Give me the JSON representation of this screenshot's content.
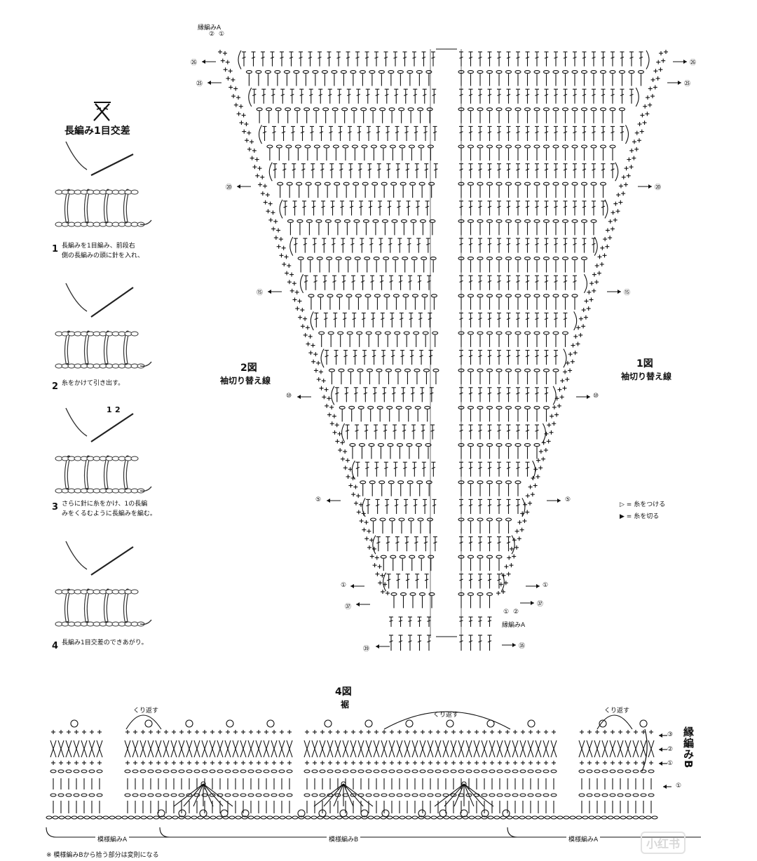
{
  "stitch_key": {
    "symbol_name": "crossed-double-crochet-symbol",
    "title": "長編み1目交差",
    "steps": [
      {
        "num": "1",
        "text_line1": "長編みを1目編み、前段右",
        "text_line2": "側の長編みの頭に針を入れ、"
      },
      {
        "num": "2",
        "text_line1": "糸をかけて引き出す。",
        "text_line2": ""
      },
      {
        "num": "3",
        "text_line1": "さらに針に糸をかけ、1の長編",
        "text_line2": "みをくるむように長編みを編む。"
      },
      {
        "num": "4",
        "text_line1": "長編み1目交差のできあがり。",
        "text_line2": ""
      }
    ],
    "step3_marks": [
      "1",
      "2"
    ]
  },
  "chart_top": {
    "edge_a_top": "縁編みA",
    "edge_a_bottom": "縁編みA",
    "top_circle_marks": [
      "②",
      "①"
    ],
    "bottom_circle_marks": [
      "①",
      "②"
    ],
    "fig2_title": "2図",
    "fig2_sub": "袖切り替え線",
    "fig1_title": "1図",
    "fig1_sub": "袖切り替え線",
    "left_row_markers": [
      "㉖",
      "㉕",
      "⑳",
      "⑮",
      "⑩",
      "⑤",
      "①",
      "㊲",
      "㊴"
    ],
    "right_row_markers": [
      "㉖",
      "㉕",
      "⑳",
      "⑮",
      "⑩",
      "⑤",
      "①",
      "㊲",
      "㉟"
    ],
    "legend": [
      {
        "symbol": "▷",
        "text": "= 糸をつける"
      },
      {
        "symbol": "▶",
        "text": "= 糸を切る"
      }
    ]
  },
  "chart_bottom": {
    "fig4_title": "4図",
    "fig4_sub": "裾",
    "repeat_labels": [
      "くり返す",
      "くり返す",
      "くり返す"
    ],
    "edge_b_label": "縁編みB",
    "edge_b_rows": [
      "③",
      "②",
      "①"
    ],
    "row_marker_right": "①",
    "pattern_labels": [
      "模様編みA",
      "模様編みB",
      "模様編みA"
    ],
    "footnote": "※ 模様編みBから拾う部分は変則になる"
  },
  "watermark": "小红书"
}
